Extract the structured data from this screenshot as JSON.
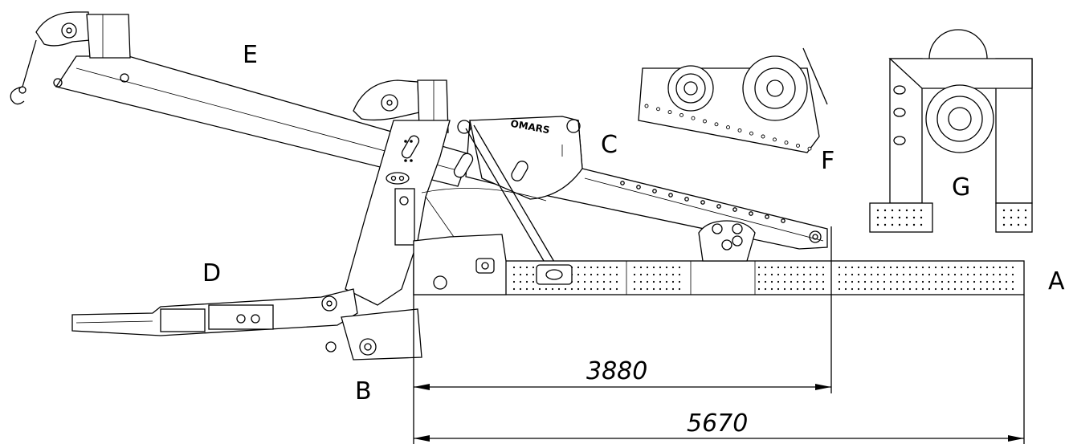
{
  "labels": {
    "A": "A",
    "B": "B",
    "C": "C",
    "D": "D",
    "E": "E",
    "F": "F",
    "G": "G"
  },
  "dimensions": {
    "short": "3880",
    "long": "5670"
  },
  "brand_plate": "OMARS"
}
